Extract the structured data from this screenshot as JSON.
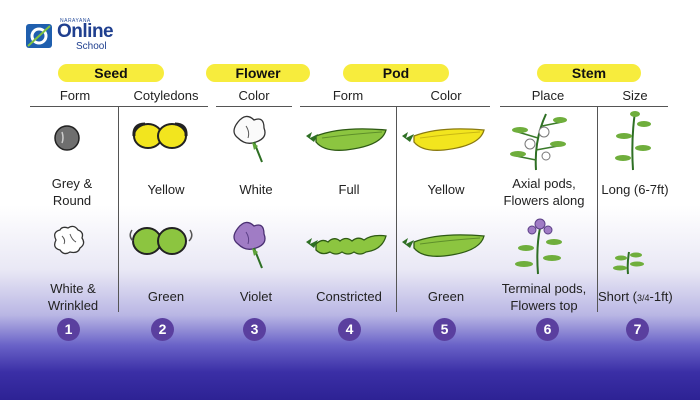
{
  "logo": {
    "tiny_text": "NARAYANA",
    "main": "Online",
    "sub": "School"
  },
  "groups": [
    {
      "label": "Seed"
    },
    {
      "label": "Flower"
    },
    {
      "label": "Pod"
    },
    {
      "label": "Stem"
    }
  ],
  "columns": [
    {
      "header": "Form",
      "trait1": "Grey & Round",
      "trait1_a": "Grey &",
      "trait1_b": "Round",
      "trait2": "White & Wrinkled",
      "trait2_a": "White &",
      "trait2_b": "Wrinkled",
      "number": "1",
      "icon1": "grey-round-seed-icon",
      "icon2": "white-wrinkled-seed-icon"
    },
    {
      "header": "Cotyledons",
      "trait1": "Yellow",
      "trait2": "Green",
      "number": "2",
      "icon1": "yellow-cotyledon-icon",
      "icon2": "green-cotyledon-icon"
    },
    {
      "header": "Color",
      "trait1": "White",
      "trait2": "Violet",
      "number": "3",
      "icon1": "white-flower-icon",
      "icon2": "violet-flower-icon"
    },
    {
      "header": "Form",
      "trait1": "Full",
      "trait2": "Constricted",
      "number": "4",
      "icon1": "full-pod-icon",
      "icon2": "constricted-pod-icon"
    },
    {
      "header": "Color",
      "trait1": "Yellow",
      "trait2": "Green",
      "number": "5",
      "icon1": "yellow-pod-icon",
      "icon2": "green-pod-icon"
    },
    {
      "header": "Place",
      "trait1": "Axial pods, Flowers along",
      "trait1_a": "Axial pods,",
      "trait1_b": "Flowers along",
      "trait2": "Terminal pods, Flowers top",
      "trait2_a": "Terminal pods,",
      "trait2_b": "Flowers top",
      "number": "6",
      "icon1": "axial-plant-icon",
      "icon2": "terminal-plant-icon"
    },
    {
      "header": "Size",
      "trait1": "Long (6-7ft)",
      "trait2_a": "Short (",
      "trait2_frac": "3/4",
      "trait2_b": "-1ft)",
      "number": "7",
      "icon1": "long-stem-icon",
      "icon2": "short-stem-icon"
    }
  ],
  "colors": {
    "pill": "#f7ec3d",
    "badge": "#5a3f9f",
    "pod_green": "#8cc540",
    "pod_yellow": "#f2e51e",
    "violet": "#a07cc5"
  }
}
